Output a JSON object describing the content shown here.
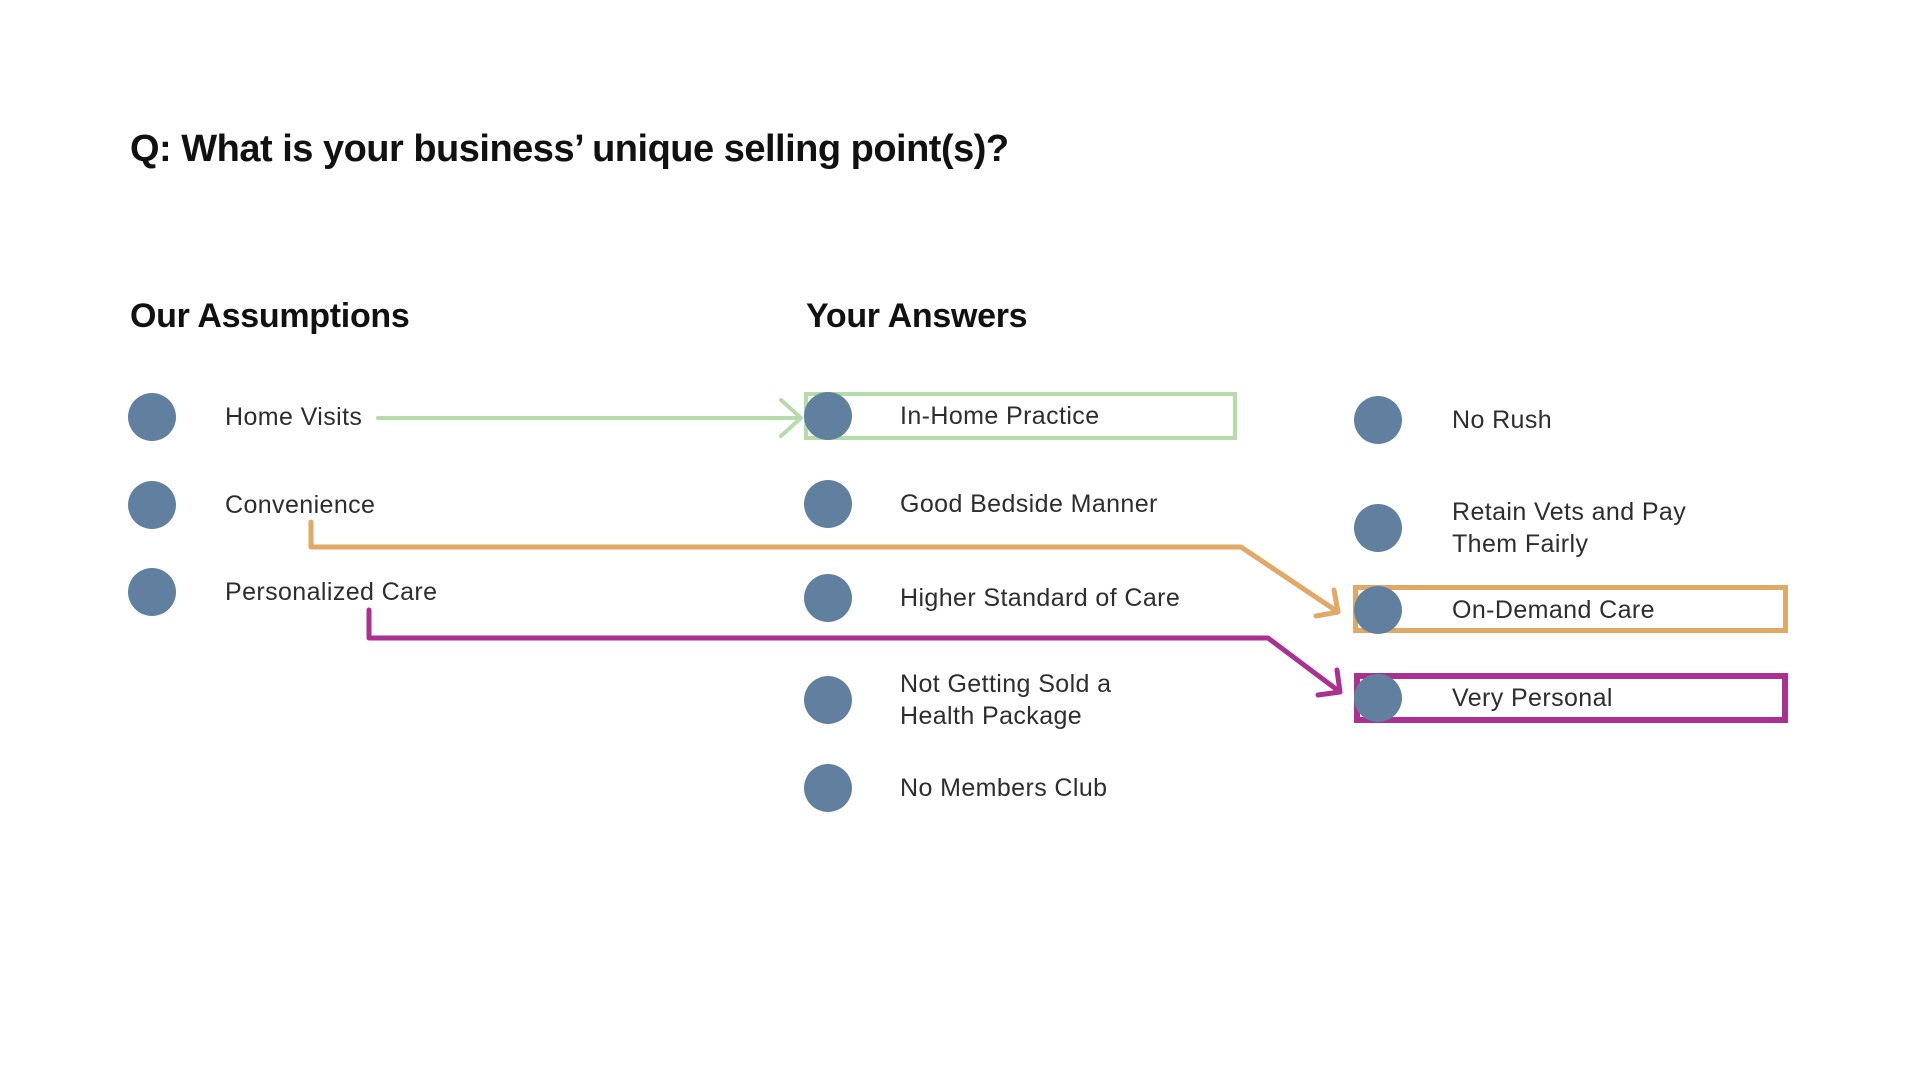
{
  "title": "Q: What is your business’ unique selling point(s)?",
  "columns": {
    "assumptions": {
      "header": "Our Assumptions",
      "items": [
        {
          "label": "Home Visits"
        },
        {
          "label": "Convenience"
        },
        {
          "label": "Personalized Care"
        }
      ]
    },
    "answers": {
      "header": "Your Answers",
      "items": [
        {
          "label": "In-Home Practice",
          "highlight": "green"
        },
        {
          "label": "Good Bedside Manner"
        },
        {
          "label": "Higher Standard of Care"
        },
        {
          "label": "Not Getting Sold a Health Package"
        },
        {
          "label": "No Members Club"
        }
      ]
    },
    "answers_right": {
      "items": [
        {
          "label": "No Rush"
        },
        {
          "label": "Retain Vets and Pay Them Fairly"
        },
        {
          "label": "On-Demand Care",
          "highlight": "orange"
        },
        {
          "label": "Very Personal",
          "highlight": "magenta"
        }
      ]
    }
  },
  "connections": [
    {
      "from": "Home Visits",
      "to": "In-Home Practice",
      "color": "#b5dcaa"
    },
    {
      "from": "Convenience",
      "to": "On-Demand Care",
      "color": "#e1a966"
    },
    {
      "from": "Personalized Care",
      "to": "Very Personal",
      "color": "#aa3190"
    }
  ],
  "colors": {
    "node_circle": "#61809f",
    "green_highlight": "#b5dcaa",
    "orange_highlight": "#e1a966",
    "magenta_highlight": "#aa3190",
    "text": "#2d2d2d",
    "heading": "#111111"
  }
}
